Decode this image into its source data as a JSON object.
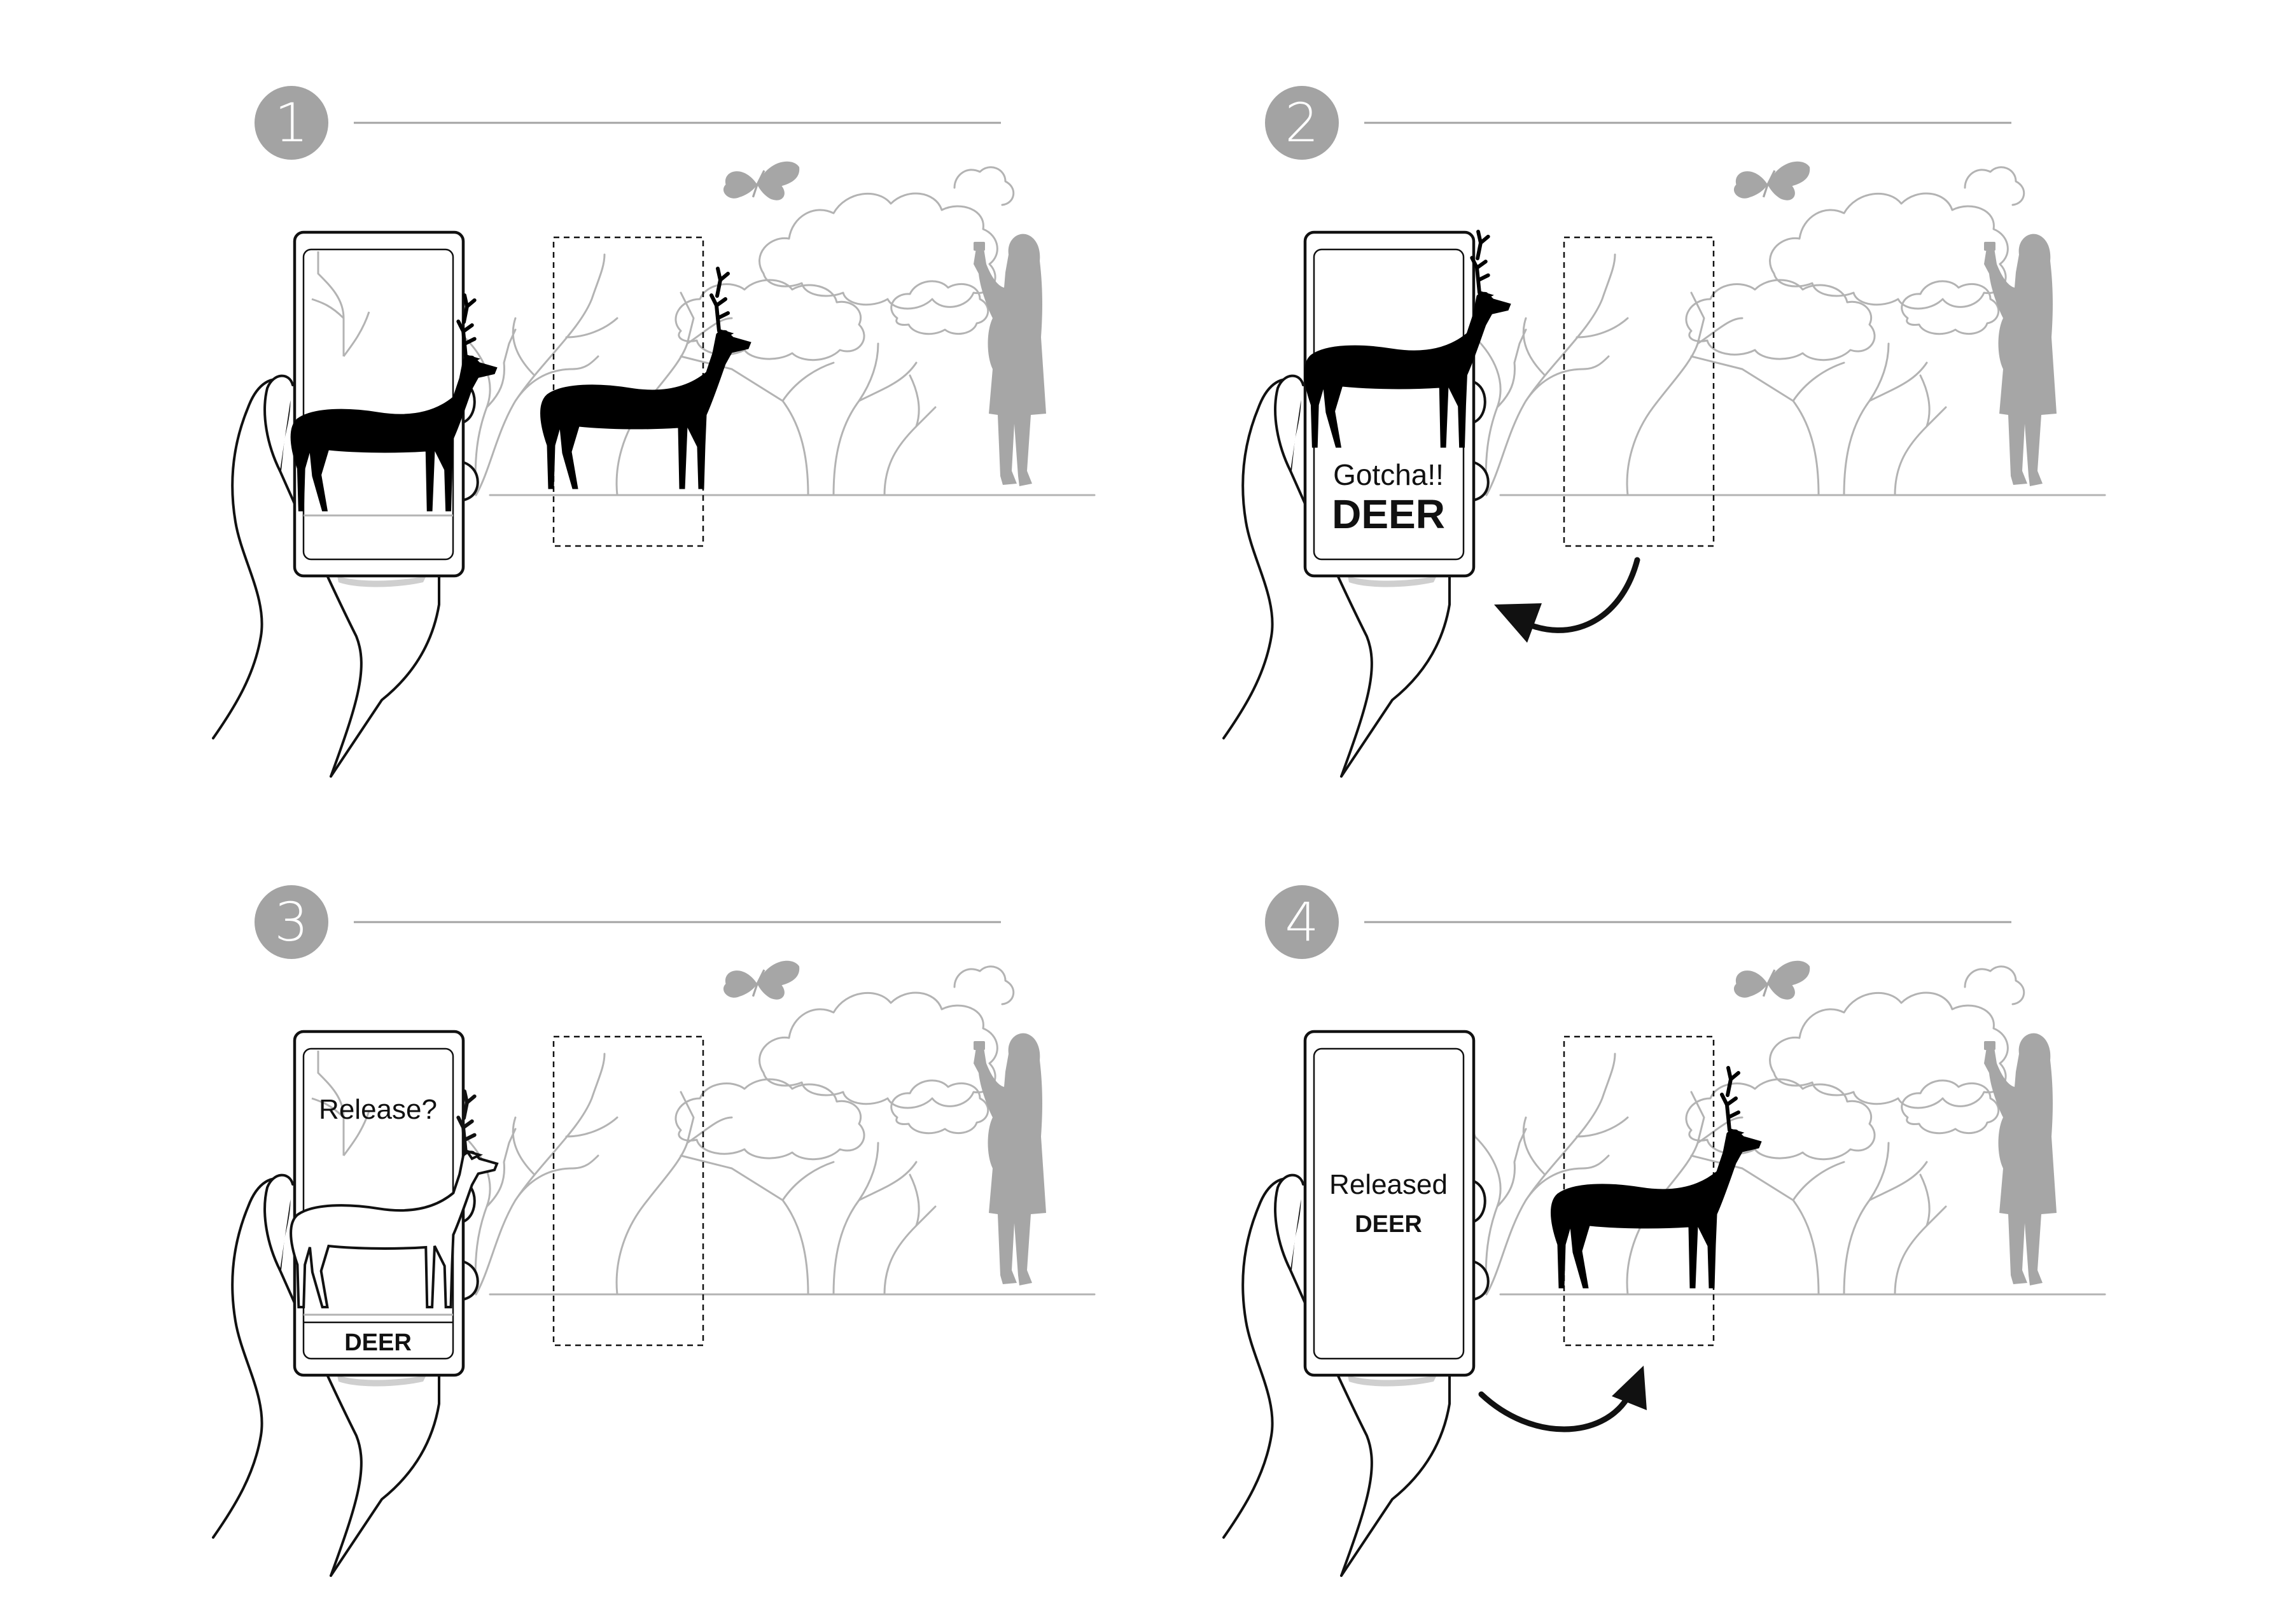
{
  "panels": [
    {
      "number": "1",
      "phone_line1": "",
      "phone_line2": "",
      "screen_deer": "filled",
      "real_deer": true,
      "arrow": "none",
      "screen_bottom_label": ""
    },
    {
      "number": "2",
      "phone_line1": "Gotcha!!",
      "phone_line2": "DEER",
      "screen_deer": "filled",
      "real_deer": false,
      "arrow": "into-phone",
      "screen_bottom_label": ""
    },
    {
      "number": "3",
      "phone_line1": "Release?",
      "phone_line2": "",
      "screen_deer": "outline",
      "real_deer": false,
      "arrow": "none",
      "screen_bottom_label": "DEER"
    },
    {
      "number": "4",
      "phone_line1": "Released",
      "phone_line2": "DEER",
      "screen_deer": "none",
      "real_deer": true,
      "arrow": "out-of-phone",
      "screen_bottom_label": ""
    }
  ],
  "colors": {
    "badge": "#a3a3a3",
    "scenery": "#b3b3b3",
    "person": "#a6a6a6",
    "ink": "#111111",
    "deer": "#000000"
  },
  "icons": [
    "butterfly-icon",
    "deer-icon",
    "hand-holding-phone-icon",
    "curved-arrow-icon",
    "person-taking-photo-icon"
  ]
}
